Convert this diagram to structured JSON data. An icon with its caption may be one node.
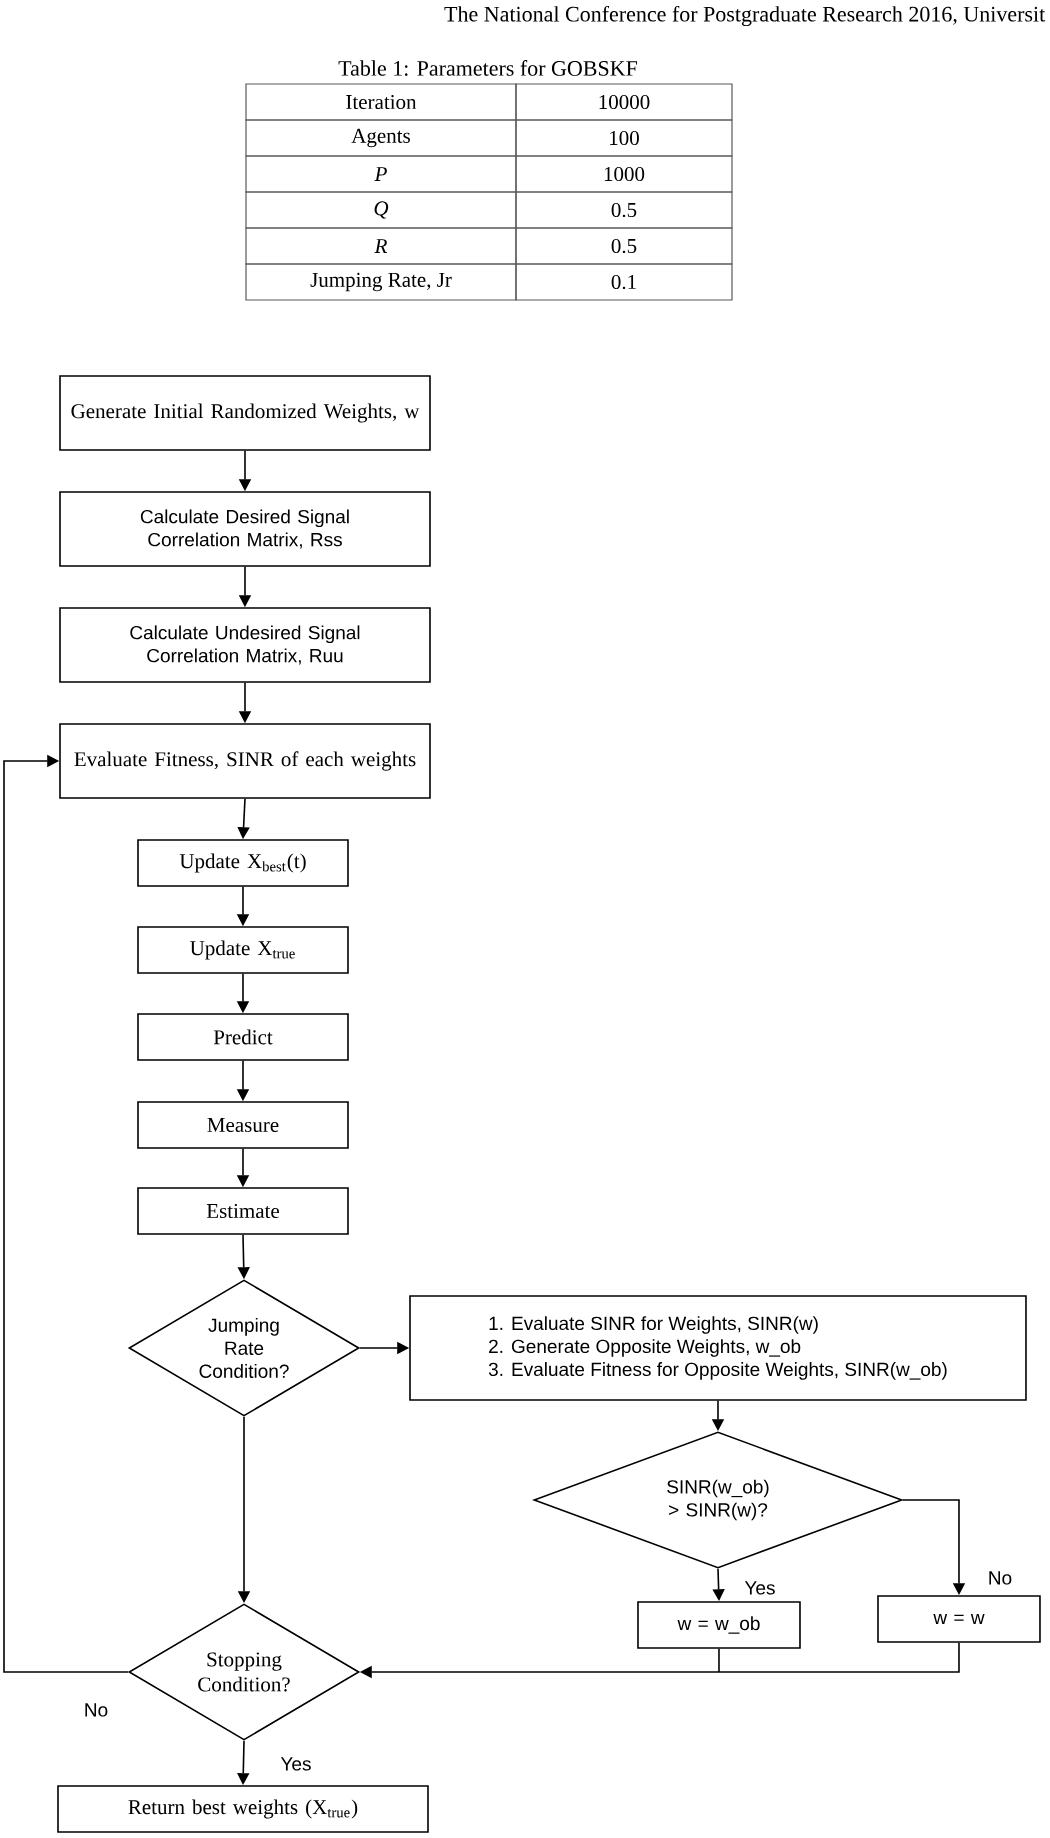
{
  "diagram": {
    "nodes": [
      {
        "text": [
          "Generate Initial Randomized Weights, w"
        ]
      },
      {
        "text": [
          "Calculate Desired Signal Correlation Matrix, Rss"
        ]
      },
      {
        "text": [
          "Calculate Undesired Signal Correlation Matrix, Ruu"
        ]
      },
      {
        "text": [
          "Evaluate Fitness, SINR of each weights"
        ]
      },
      {
        "text": [
          "Update X$_{best}$(t)"
        ]
      },
      {
        "text": [
          "Update X$_{true}$"
        ]
      },
      {
        "text": [
          "Predict"
        ]
      },
      {
        "text": [
          "Measure"
        ]
      },
      {
        "text": [
          "Estimate"
        ]
      },
      {
        "text": [
          "Jumping Rate Condition?"
        ]
      },
      {
        "text": [
          "1. Evaluate SINR for Weights, SINR(w)",
          "2. Generate Opposite Weights, w_ob",
          "3. Evaluate Fitness for Opposite Weights, SINR(w_ob)"
        ]
      },
      {
        "text": [
          "SINR(w_ob) > SINR(w)?"
        ]
      },
      {
        "text": [
          "w = w_ob"
        ]
      },
      {
        "text": [
          "w = w"
        ]
      },
      {
        "text": [
          "Stopping Condition?"
        ]
      },
      {
        "text": [
          "Return best weights (X$_{true}$)"
        ]
      }
    ],
    "edges": [
      {
        "from": 0,
        "to": 1,
        "arrow": "to"
      },
      {
        "from": 1,
        "to": 2,
        "arrow": "to"
      },
      {
        "from": 2,
        "to": 3,
        "arrow": "to"
      },
      {
        "from": 3,
        "to": 4,
        "arrow": "to"
      },
      {
        "from": 4,
        "to": 5,
        "arrow": "to"
      },
      {
        "from": 5,
        "to": 6,
        "arrow": "to"
      },
      {
        "from": 6,
        "to": 7,
        "arrow": "to"
      },
      {
        "from": 7,
        "to": 8,
        "arrow": "to"
      },
      {
        "from": 8,
        "to": 9,
        "arrow": "to"
      },
      {
        "from": 9,
        "to": 10,
        "arrow": "to"
      },
      {
        "from": 10,
        "to": 11,
        "arrow": "to"
      },
      {
        "from": 11,
        "to": 12,
        "arrow": "to",
        "label": "Yes"
      },
      {
        "from": 11,
        "to": 13,
        "arrow": "to",
        "label": "No"
      },
      {
        "from": 9,
        "to": 14,
        "arrow": "to"
      },
      {
        "from": 12,
        "to": 14,
        "arrow": "to"
      },
      {
        "from": 13,
        "to": 14,
        "arrow": "to"
      },
      {
        "from": 14,
        "to": 3,
        "arrow": "to",
        "label": "No"
      },
      {
        "from": 14,
        "to": 15,
        "arrow": "to",
        "label": "Yes"
      }
    ],
    "labels": [
      "The National Conference for Postgraduate Research 2016, Universit",
      "Table 1: Parameters for GOBSKF",
      "Iteration",
      "10000",
      "Agents",
      "100",
      "P",
      "1000",
      "Q",
      "0.5",
      "R",
      "0.5",
      "Jumping Rate, Jr",
      "0.1"
    ]
  }
}
